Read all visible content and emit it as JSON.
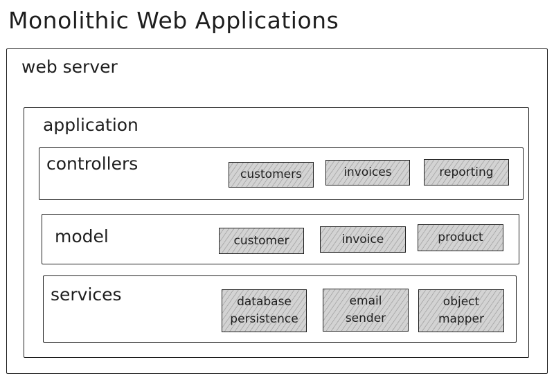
{
  "title": "Monolithic Web Applications",
  "web_server": {
    "label": "web server"
  },
  "application": {
    "label": "application"
  },
  "controllers": {
    "label": "controllers",
    "items": [
      "customers",
      "invoices",
      "reporting"
    ]
  },
  "model": {
    "label": "model",
    "items": [
      "customer",
      "invoice",
      "product"
    ]
  },
  "services": {
    "label": "services",
    "items": [
      {
        "line1": "database",
        "line2": "persistence"
      },
      {
        "line1": "email",
        "line2": "sender"
      },
      {
        "line1": "object",
        "line2": "mapper"
      }
    ]
  },
  "colors": {
    "stroke": "#1e1e1e",
    "fill": "#d3d3d3",
    "background": "#ffffff"
  }
}
